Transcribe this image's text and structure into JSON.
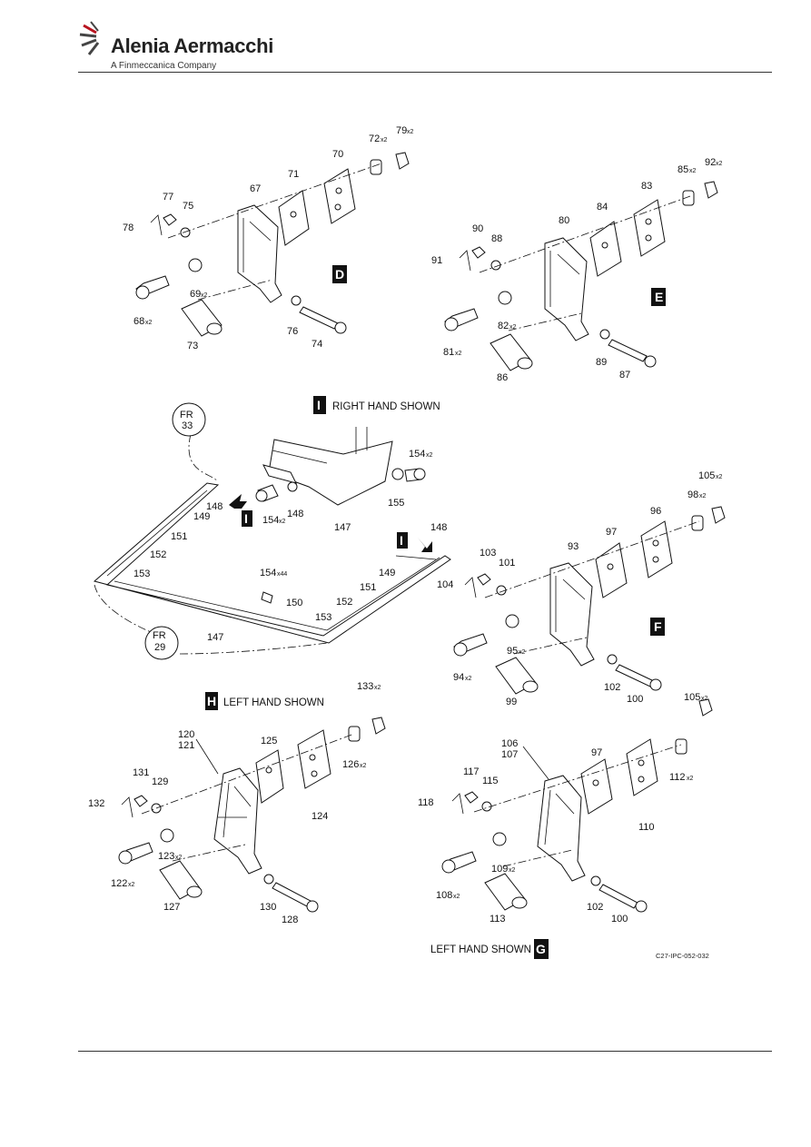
{
  "header": {
    "brand": "Alenia Aermacchi",
    "tagline": "A Finmeccanica Company"
  },
  "views": {
    "D": "D",
    "E": "E",
    "F": "F",
    "G": "G",
    "H": "H",
    "I": "I",
    "I_text": "RIGHT HAND SHOWN",
    "H_text": "LEFT HAND SHOWN",
    "G_text": "LEFT HAND SHOWN"
  },
  "frames": {
    "fr33": [
      "FR",
      "33"
    ],
    "fr29": [
      "FR",
      "29"
    ]
  },
  "labels_D": [
    "79",
    "72",
    "70",
    "71",
    "67",
    "77",
    "75",
    "78",
    "69",
    "68",
    "73",
    "76",
    "74"
  ],
  "labels_E": [
    "92",
    "85",
    "83",
    "84",
    "80",
    "90",
    "88",
    "91",
    "82",
    "81",
    "86",
    "89",
    "87"
  ],
  "labels_I": [
    "154",
    "155",
    "148",
    "147",
    "148",
    "149",
    "151",
    "152",
    "153",
    "154",
    "150",
    "147",
    "148",
    "149",
    "151",
    "152",
    "153",
    "154"
  ],
  "labels_F": [
    "105",
    "98",
    "96",
    "97",
    "93",
    "103",
    "101",
    "104",
    "95",
    "94",
    "99",
    "102",
    "100"
  ],
  "labels_H": [
    "133",
    "126",
    "120",
    "121",
    "125",
    "131",
    "129",
    "132",
    "124",
    "123",
    "122",
    "127",
    "130",
    "128"
  ],
  "labels_G": [
    "105",
    "112",
    "106",
    "107",
    "97",
    "117",
    "115",
    "118",
    "110",
    "109",
    "108",
    "113",
    "102",
    "100"
  ],
  "qty": {
    "x2": "x2",
    "x44": "x44"
  },
  "figure_code": "C27-IPC-052-032"
}
